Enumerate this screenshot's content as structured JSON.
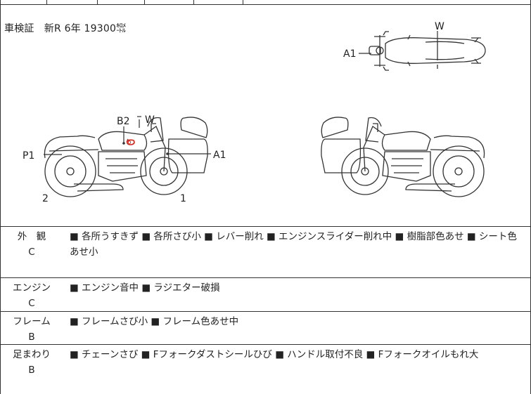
{
  "registration": "車検証　新R  6年  19300",
  "registration_unit": "㌖",
  "diagram_labels": {
    "top_w": "W",
    "top_a1": "A1",
    "side_b2": "B2",
    "side_w": "W",
    "side_p1": "P1",
    "side_a1": "A1",
    "side_2": "2",
    "side_1": "1"
  },
  "marks": {
    "scratch": "6"
  },
  "rows": [
    {
      "name": "外　観",
      "grade": "C",
      "items": "■ 各所うすきず ■ 各所さび小 ■ レバー削れ ■ エンジンスライダー削れ中 ■ 樹脂部色あせ ■ シート色あせ小"
    },
    {
      "name": "エンジン",
      "grade": "C",
      "items": "■ エンジン音中 ■ ラジエター破損"
    },
    {
      "name": "フレーム",
      "grade": "B",
      "items": "■ フレームさび小 ■ フレーム色あせ中"
    },
    {
      "name": "足まわり",
      "grade": "B",
      "items": "■ チェーンさび ■ Fフォークダストシールひび ■ ハンドル取付不良 ■ Fフォークオイルもれ大"
    }
  ]
}
